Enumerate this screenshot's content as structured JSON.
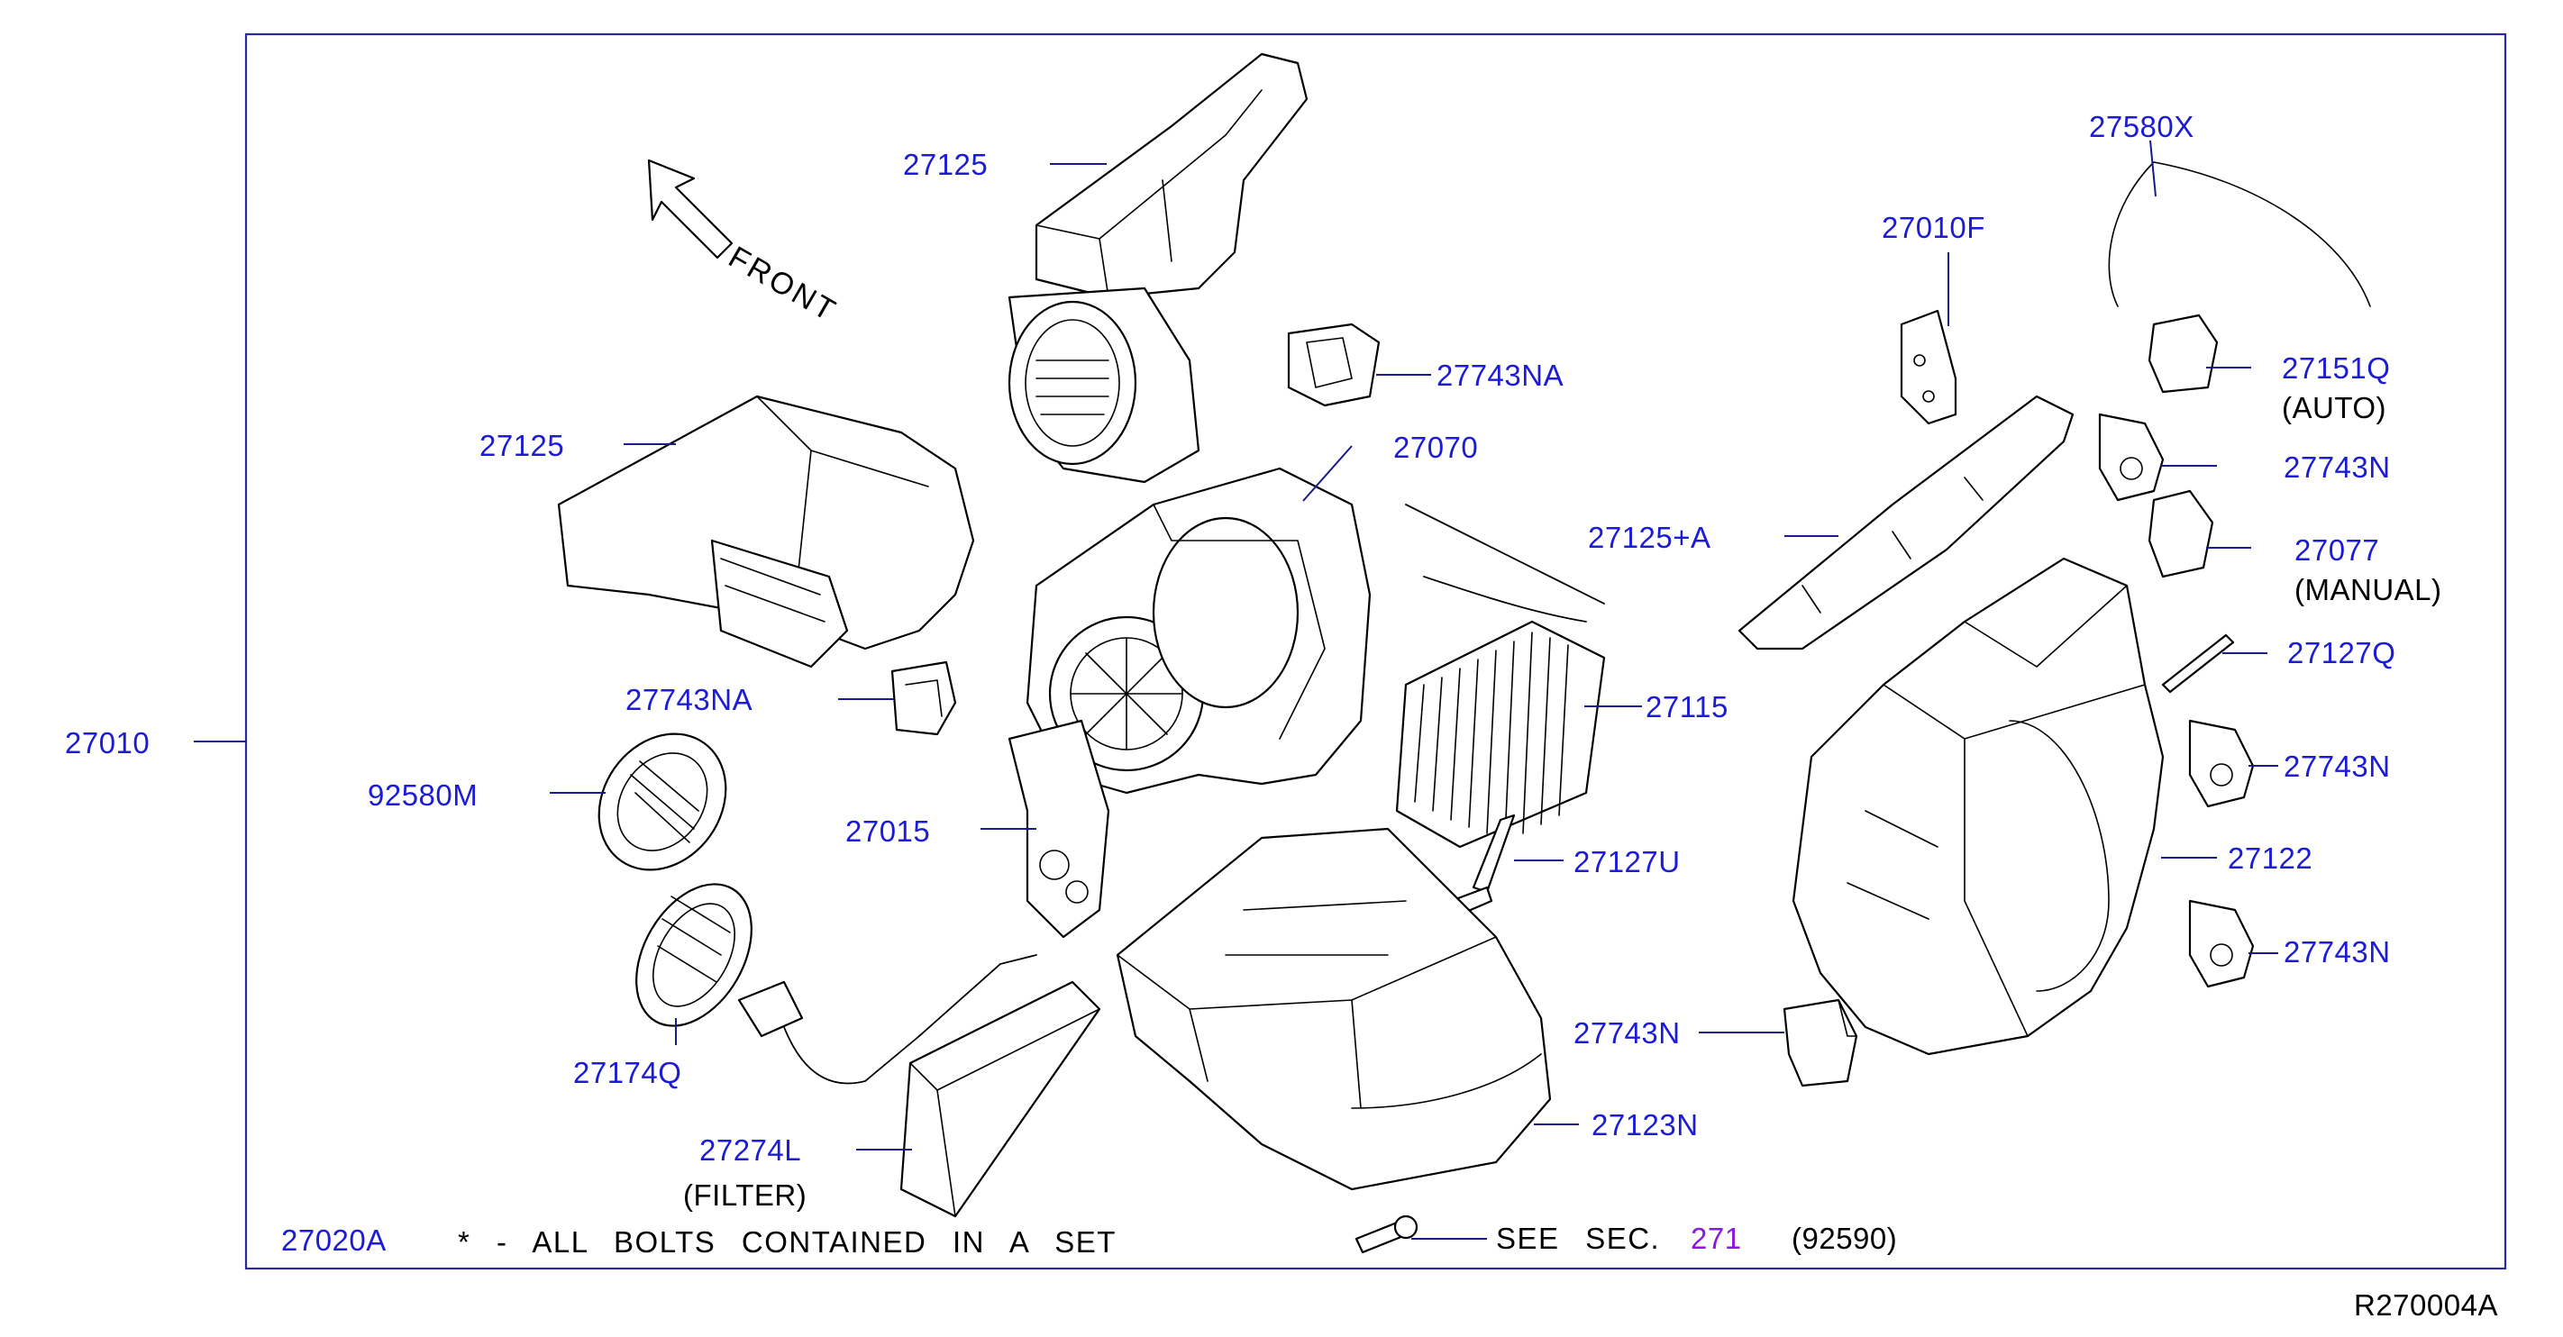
{
  "diagram_id": "R270004A",
  "front_label": "FRONT",
  "labels": {
    "p27125_top": "27125",
    "p27125_left": "27125",
    "p27743NA_top": "27743NA",
    "p27743NA_left": "27743NA",
    "p27070": "27070",
    "p27010": "27010",
    "p92580M": "92580M",
    "p27015": "27015",
    "p27174Q": "27174Q",
    "p27274L": "27274L",
    "p27274L_note": "(FILTER)",
    "p27115": "27115",
    "p27127U": "27127U",
    "p27743N_lower": "27743N",
    "p27123N": "27123N",
    "p27125A": "27125+A",
    "p27010F": "27010F",
    "p27580X": "27580X",
    "p27151Q": "27151Q",
    "p27151Q_note": "(AUTO)",
    "p27743N_r1": "27743N",
    "p27077": "27077",
    "p27077_note": "(MANUAL)",
    "p27127Q": "27127Q",
    "p27743N_r2": "27743N",
    "p27122": "27122",
    "p27743N_r3": "27743N",
    "p27020A": "27020A"
  },
  "footer": {
    "bolts_note": "* - ALL BOLTS CONTAINED IN A SET",
    "see_sec_text": "SEE SEC.",
    "see_sec_ref": "271",
    "see_sec_part": "(92590)"
  },
  "colors": {
    "label_blue": "#1c1cd6",
    "link_purple": "#8a1ad6",
    "frame": "#2a2a9a"
  }
}
